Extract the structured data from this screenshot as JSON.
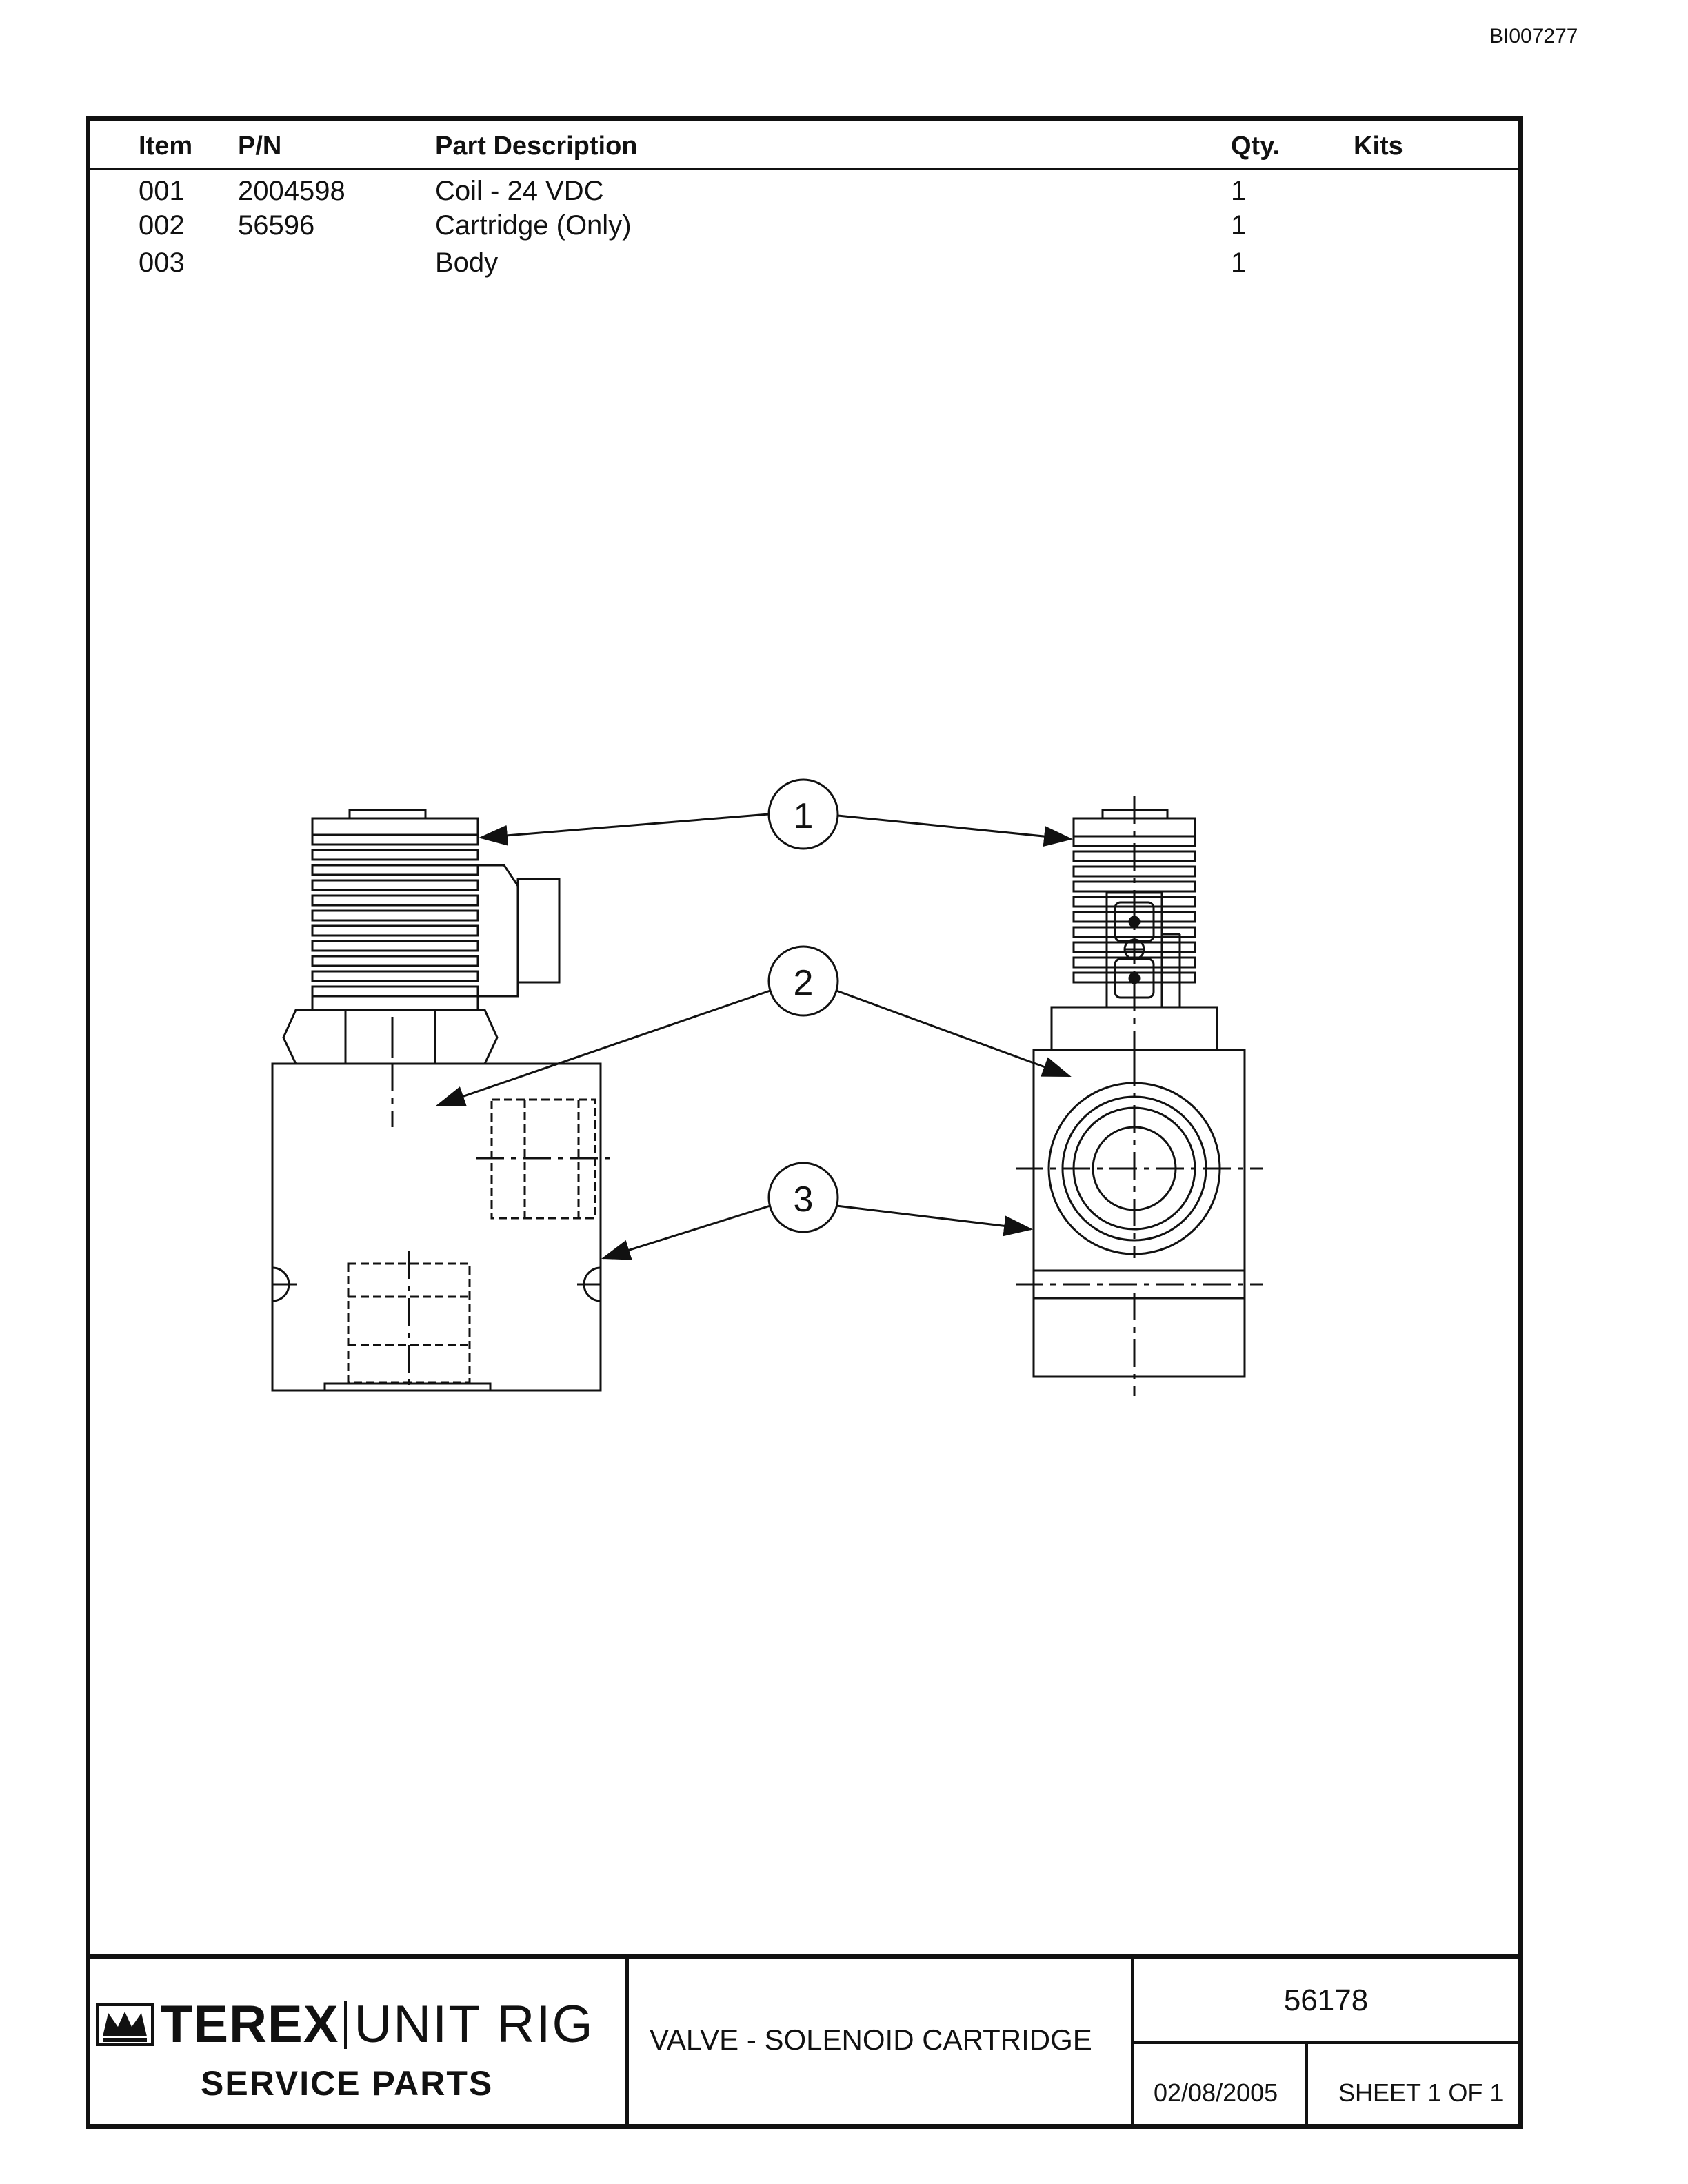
{
  "document_id": "BI007277",
  "table": {
    "headers": {
      "item": "Item",
      "pn": "P/N",
      "description": "Part Description",
      "qty": "Qty.",
      "kits": "Kits"
    },
    "rows": [
      {
        "item": "001",
        "pn": "2004598",
        "description": "Coil - 24 VDC",
        "qty": "1",
        "kits": ""
      },
      {
        "item": "002",
        "pn": "56596",
        "description": "Cartridge (Only)",
        "qty": "1",
        "kits": ""
      },
      {
        "item": "003",
        "pn": "",
        "description": "Body",
        "qty": "1",
        "kits": ""
      }
    ]
  },
  "drawing": {
    "callouts": [
      "1",
      "2",
      "3"
    ]
  },
  "title_block": {
    "brand": "TEREX",
    "brand_sub": "UNIT RIG",
    "service_parts": "SERVICE PARTS",
    "part_title": "VALVE - SOLENOID CARTRIDGE",
    "part_number": "56178",
    "date": "02/08/2005",
    "sheet": "SHEET 1 OF 1"
  }
}
